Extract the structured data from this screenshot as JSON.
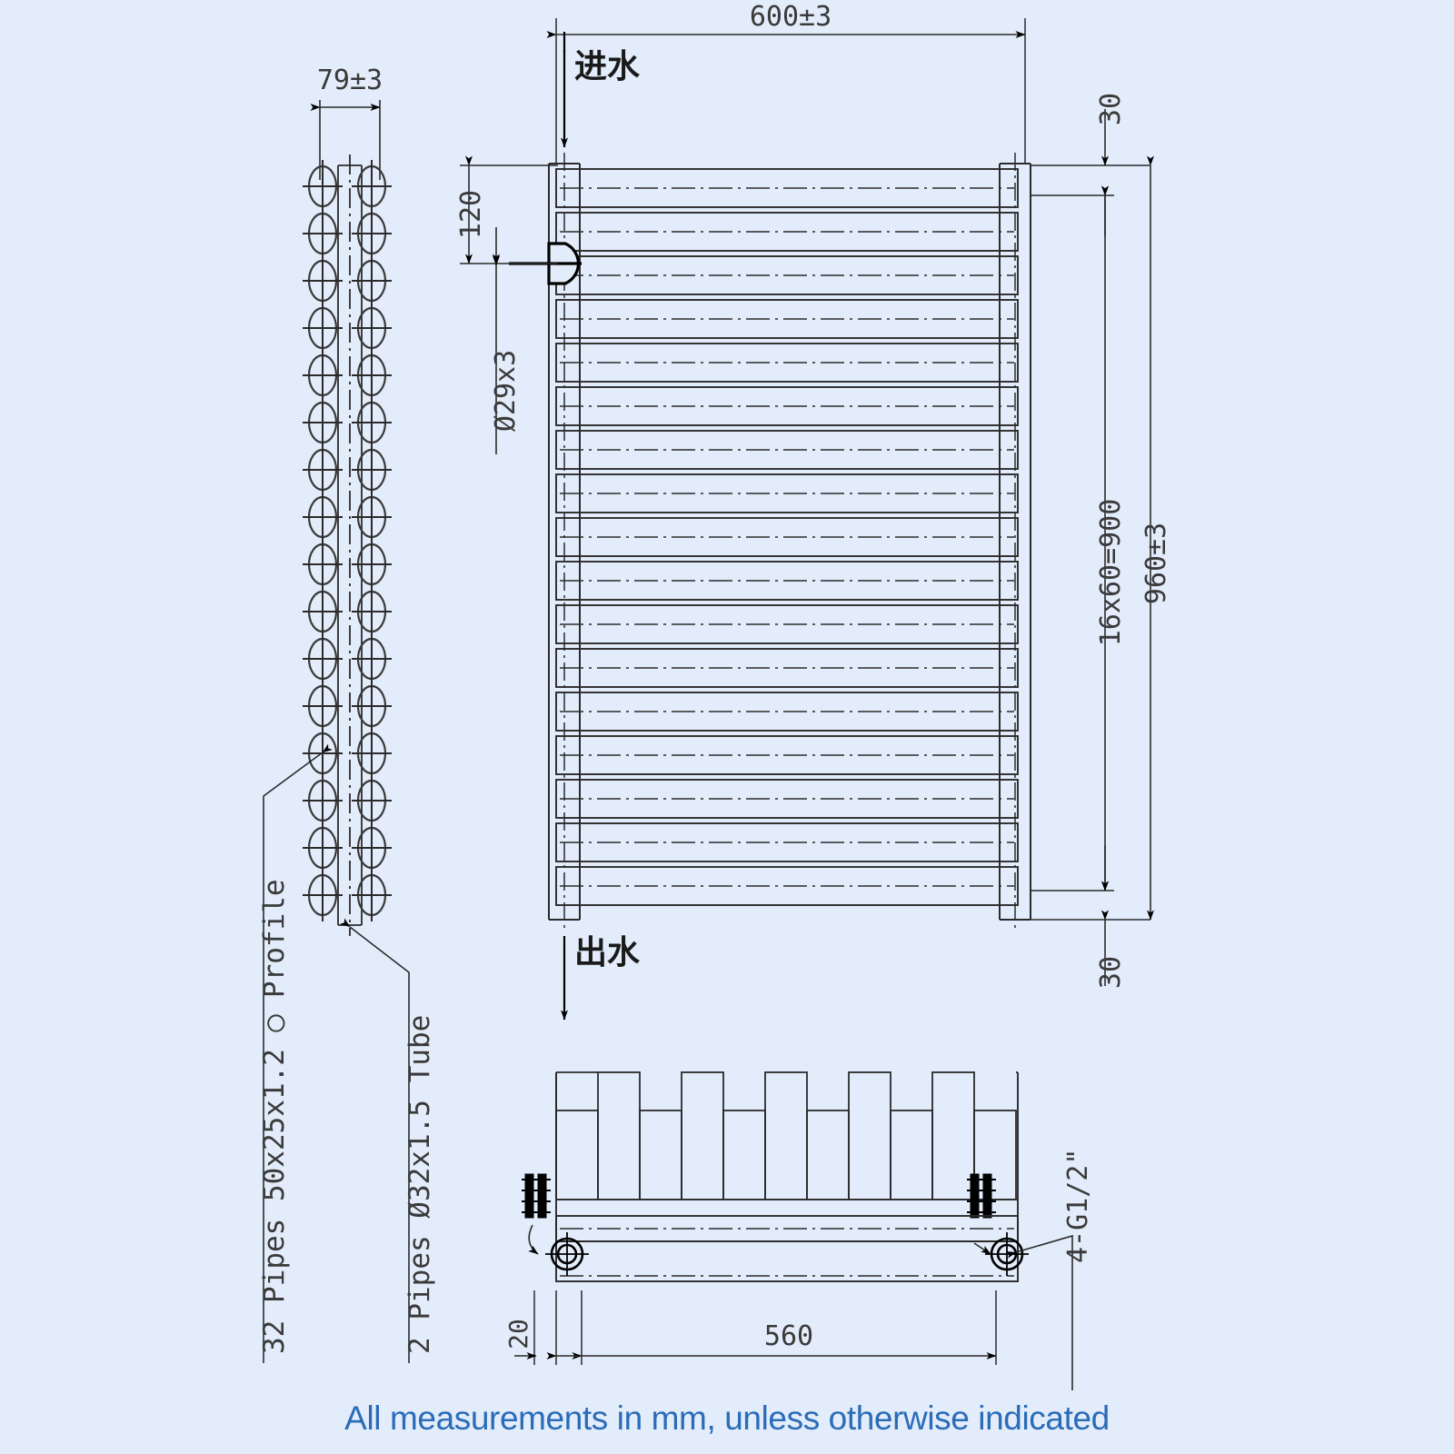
{
  "drawing": {
    "title": "Towel rail radiator technical drawing",
    "background_color": "#e3ecfa",
    "line_color": "#2b2b2b",
    "caption": "All measurements in mm, unless otherwise indicated",
    "caption_color": "#2a6cb8"
  },
  "dimensions": {
    "side_width": "79±3",
    "overall_width": "600±3",
    "overall_height": "960±3",
    "pitch_total": "16x60=900",
    "top_offset": "30",
    "bottom_offset": "30",
    "inlet_height": "120",
    "manifold_dia": "Ø29x3",
    "bottom_width": "560",
    "bottom_edge": "20",
    "connections": "4-G1/2\""
  },
  "labels": {
    "inlet": "进水",
    "outlet": "出水",
    "note_pipes_profile": "32 Pipes 50x25x1.2 ◯ Profile",
    "note_pipes_tube": "2 Pipes Ø32x1.5 Tube"
  },
  "geometry": {
    "rail_count": 17,
    "side_pipe_rows": 16
  }
}
